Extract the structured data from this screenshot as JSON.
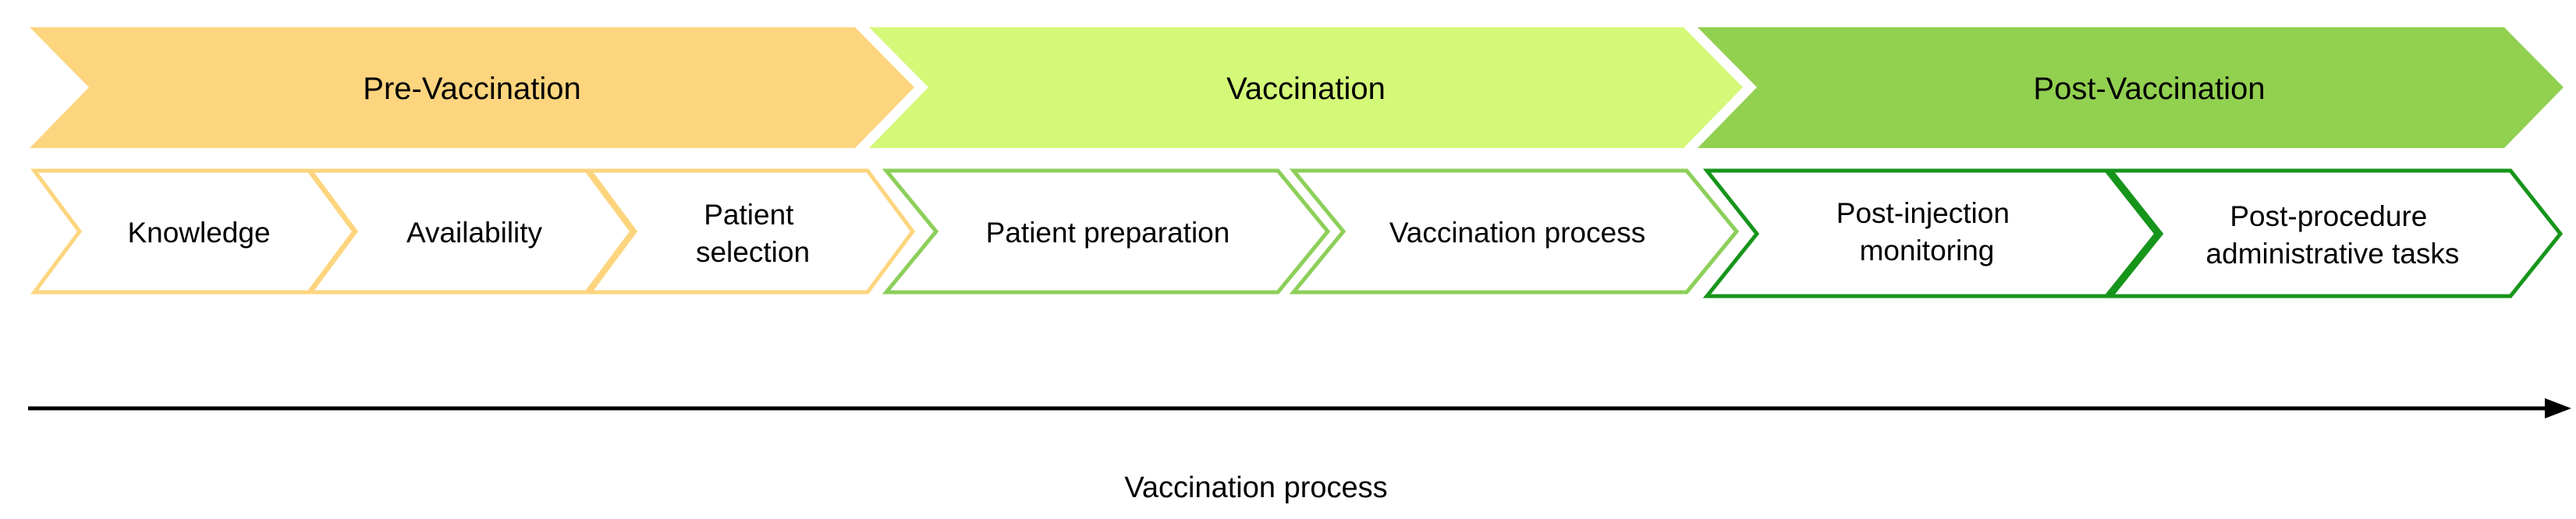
{
  "phases": [
    {
      "label": "Pre-Vaccination",
      "fill": "#FDD57E"
    },
    {
      "label": "Vaccination",
      "fill": "#D4F878"
    },
    {
      "label": "Post-Vaccination",
      "fill": "#92D050"
    }
  ],
  "steps": [
    {
      "lines": [
        "Knowledge"
      ],
      "stroke": "#FDD57E"
    },
    {
      "lines": [
        "Availability"
      ],
      "stroke": "#FDD57E"
    },
    {
      "lines": [
        "Patient",
        "selection"
      ],
      "stroke": "#FDD57E"
    },
    {
      "lines": [
        "Patient preparation"
      ],
      "stroke": "#8DCF5A"
    },
    {
      "lines": [
        "Vaccination process"
      ],
      "stroke": "#8DCF5A"
    },
    {
      "lines": [
        "Post-injection",
        "monitoring"
      ],
      "stroke": "#16951B"
    },
    {
      "lines": [
        "Post-procedure",
        "administrative tasks"
      ],
      "stroke": "#16951B"
    }
  ],
  "axis": {
    "label": "Vaccination process",
    "color": "#000000"
  }
}
